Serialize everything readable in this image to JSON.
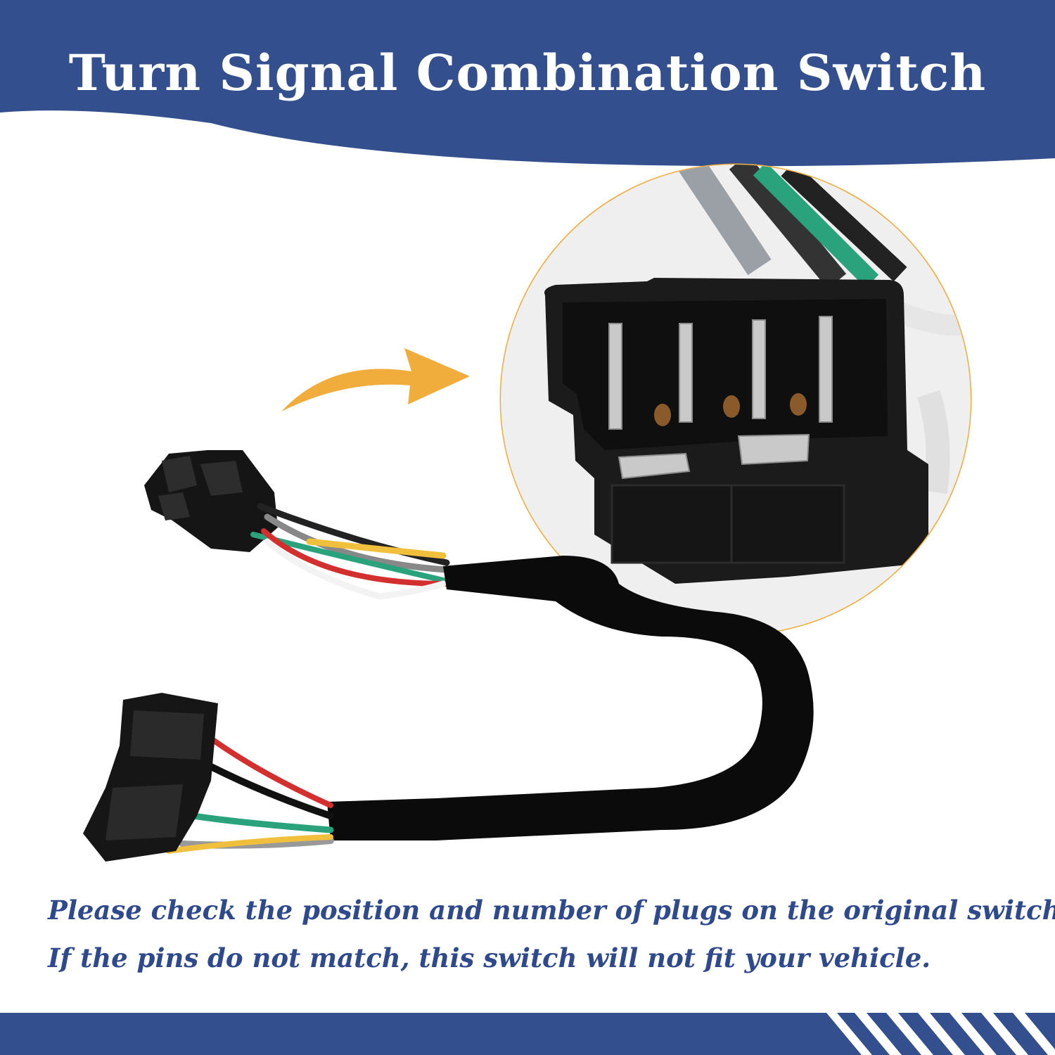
{
  "header": {
    "title": "Turn Signal Combination Switch"
  },
  "product_photo": {
    "subject": "turn-signal-switch-harness-icon",
    "callout": "magnified-connector-icon",
    "arrow": "curved-arrow-icon"
  },
  "notice": {
    "line1": "Please check the position and number of plugs on the original switch.",
    "line2": "If the pins do not match, this switch will not fit your vehicle."
  },
  "colors": {
    "brand_blue": "#344f8e",
    "accent_orange": "#f0ad3c",
    "text_blue": "#2e4a8c"
  }
}
